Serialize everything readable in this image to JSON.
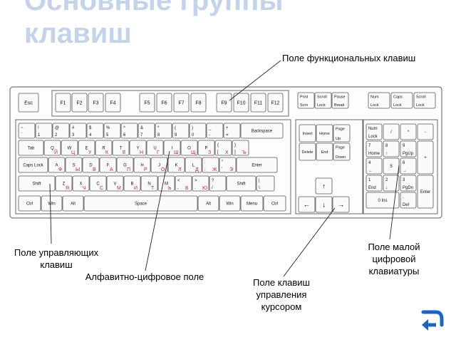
{
  "title": {
    "line1": "Основные группы",
    "line2": "клавиш"
  },
  "labels": {
    "function": "Поле функциональных клавиш",
    "control": "Поле управляющих клавиш",
    "alpha": "Алфавитно-цифровое поле",
    "cursor": "Поле клавиш управления курсором",
    "numpad": "Поле малой цифровой клавиатуры"
  },
  "keyboard": {
    "esc": "Esc",
    "fkeys": [
      "F1",
      "F2",
      "F3",
      "F4",
      "F5",
      "F6",
      "F7",
      "F8",
      "F9",
      "F10",
      "F11",
      "F12"
    ],
    "sys": [
      "Print Scrn",
      "Scroll Lock",
      "Pause Break"
    ],
    "locks": [
      "Num Lock",
      "Caps Lock",
      "Scroll Lock"
    ],
    "row1": [
      "~ `",
      "! 1",
      "@ 2",
      "# 3",
      "$ 4",
      "% 5",
      "^ 6",
      "& 7",
      "* 8",
      "( 9",
      ") 0",
      "_ -",
      "+ =",
      "Backspace"
    ],
    "row2": [
      "Tab",
      "Q",
      "W",
      "E",
      "R",
      "T",
      "Y",
      "U",
      "I",
      "O",
      "P",
      "{ [",
      "} ]"
    ],
    "row3": [
      "Caps Lock",
      "A",
      "S",
      "D",
      "F",
      "G",
      "H",
      "J",
      "K",
      "L",
      ": ;",
      "\" '",
      "Enter"
    ],
    "row4": [
      "Shift",
      "Z",
      "X",
      "C",
      "V",
      "B",
      "N",
      "M",
      "< ,",
      "> .",
      "? /",
      "Shift",
      "| \\"
    ],
    "row5": [
      "Ctrl",
      "Win",
      "Alt",
      "Space",
      "Alt",
      "Win",
      "Menu",
      "Ctrl"
    ],
    "nav": [
      "Insert",
      "Home",
      "Page Up",
      "Delete",
      "End",
      "Page Down"
    ],
    "arrows": [
      "↑",
      "←",
      "↓",
      "→"
    ],
    "numpad": [
      "Num Lock",
      "/",
      "*",
      "-",
      "7 Home",
      "8 ↑",
      "9 PgUp",
      "+",
      "4 ←",
      "5",
      "6 →",
      "1 End",
      "2 ↓",
      "3 PgDn",
      "Enter",
      "0 Ins",
      ". Del"
    ]
  },
  "colors": {
    "title": "#c4d3ec",
    "cyrillic": "#d0202a",
    "nav_button": "#1a63c8"
  }
}
